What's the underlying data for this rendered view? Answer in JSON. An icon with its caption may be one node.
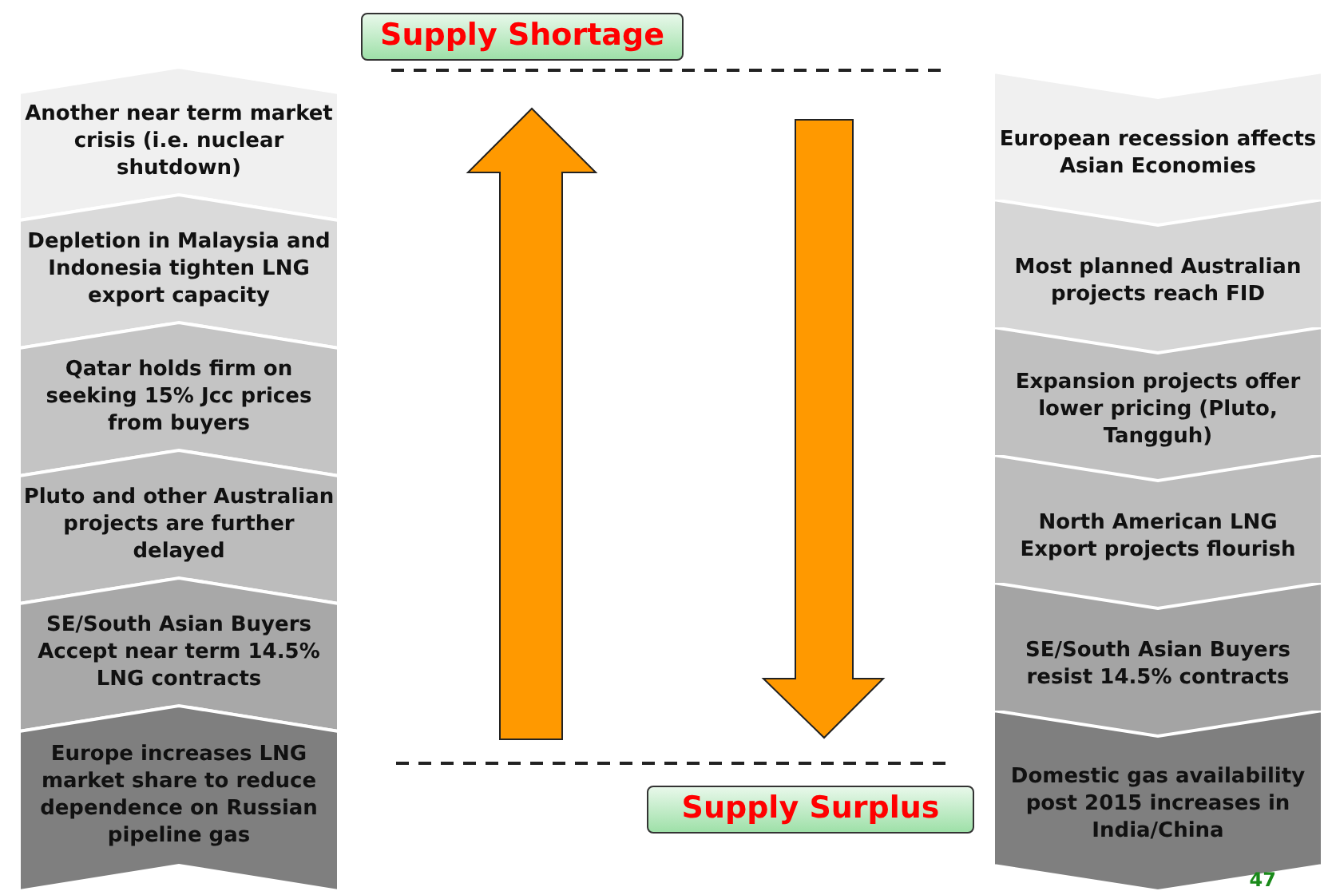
{
  "diagram": {
    "nodes": [
      {
        "text": [
          "Supply Shortage"
        ]
      },
      {
        "text": [
          "Another near term market crisis (i.e. nuclear shutdown)"
        ]
      },
      {
        "text": [
          "Depletion in Malaysia and Indonesia tighten LNG export capacity"
        ]
      },
      {
        "text": [
          "Qatar holds firm on seeking 15% Jcc prices from buyers"
        ]
      },
      {
        "text": [
          "Pluto and other Australian projects are further delayed"
        ]
      },
      {
        "text": [
          "SE/South Asian Buyers Accept near term 14.5% LNG contracts"
        ]
      },
      {
        "text": [
          "Europe increases LNG market share to reduce dependence on Russian pipeline gas"
        ]
      },
      {
        "text": [
          "European recession affects Asian Economies"
        ]
      },
      {
        "text": [
          "Most planned Australian projects reach FID"
        ]
      },
      {
        "text": [
          "Expansion projects offer lower pricing (Pluto, Tangguh)"
        ]
      },
      {
        "text": [
          "North American LNG Export projects flourish"
        ]
      },
      {
        "text": [
          "SE/South Asian Buyers resist 14.5% contracts"
        ]
      },
      {
        "text": [
          "Domestic gas availability post 2015 increases in India/China"
        ]
      },
      {
        "text": [
          "Supply Surplus"
        ]
      }
    ],
    "edges": [],
    "labels": [
      "47"
    ]
  }
}
